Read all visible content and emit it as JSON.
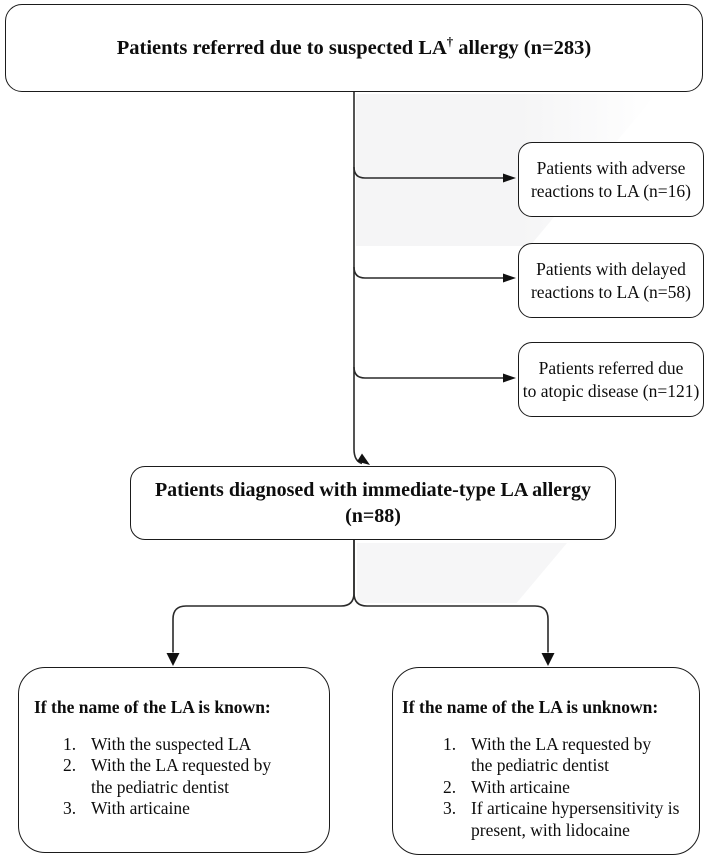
{
  "figure": {
    "type": "flow-diagram",
    "colors": {
      "background": "#ffffff",
      "box_border": "#1b1b1b",
      "connector_line": "#2a2a2a",
      "arrowhead": "#111111",
      "text": "#0d0d0d",
      "scan_shade": "#f5f5f6"
    },
    "top_box": {
      "text_prefix": "Patients referred due to suspected LA",
      "superscript": "†",
      "text_suffix": " allergy (n=283)"
    },
    "side_boxes": [
      {
        "line1": "Patients with adverse",
        "line2": "reactions to LA (n=16)"
      },
      {
        "line1": "Patients with delayed",
        "line2": "reactions to LA (n=58)"
      },
      {
        "line1": "Patients referred due",
        "line2": "to atopic disease (n=121)"
      }
    ],
    "middle_box": {
      "line1": "Patients diagnosed with immediate-type LA allergy",
      "line2": "(n=88)"
    },
    "bottom_left": {
      "heading": "If the name of the LA is known:",
      "items": [
        {
          "num": "1.",
          "lines": [
            "With the suspected LA",
            ""
          ]
        },
        {
          "num": "2.",
          "lines": [
            "With the LA requested by",
            "the pediatric dentist"
          ]
        },
        {
          "num": "3.",
          "lines": [
            "With articaine",
            ""
          ]
        }
      ]
    },
    "bottom_right": {
      "heading": "If the name of the LA is unknown:",
      "items": [
        {
          "num": "1.",
          "lines": [
            "With the LA requested by",
            "the pediatric dentist"
          ]
        },
        {
          "num": "2.",
          "lines": [
            "With articaine",
            ""
          ]
        },
        {
          "num": "3.",
          "lines": [
            "If articaine hypersensitivity is",
            "present, with lidocaine"
          ]
        }
      ]
    }
  }
}
